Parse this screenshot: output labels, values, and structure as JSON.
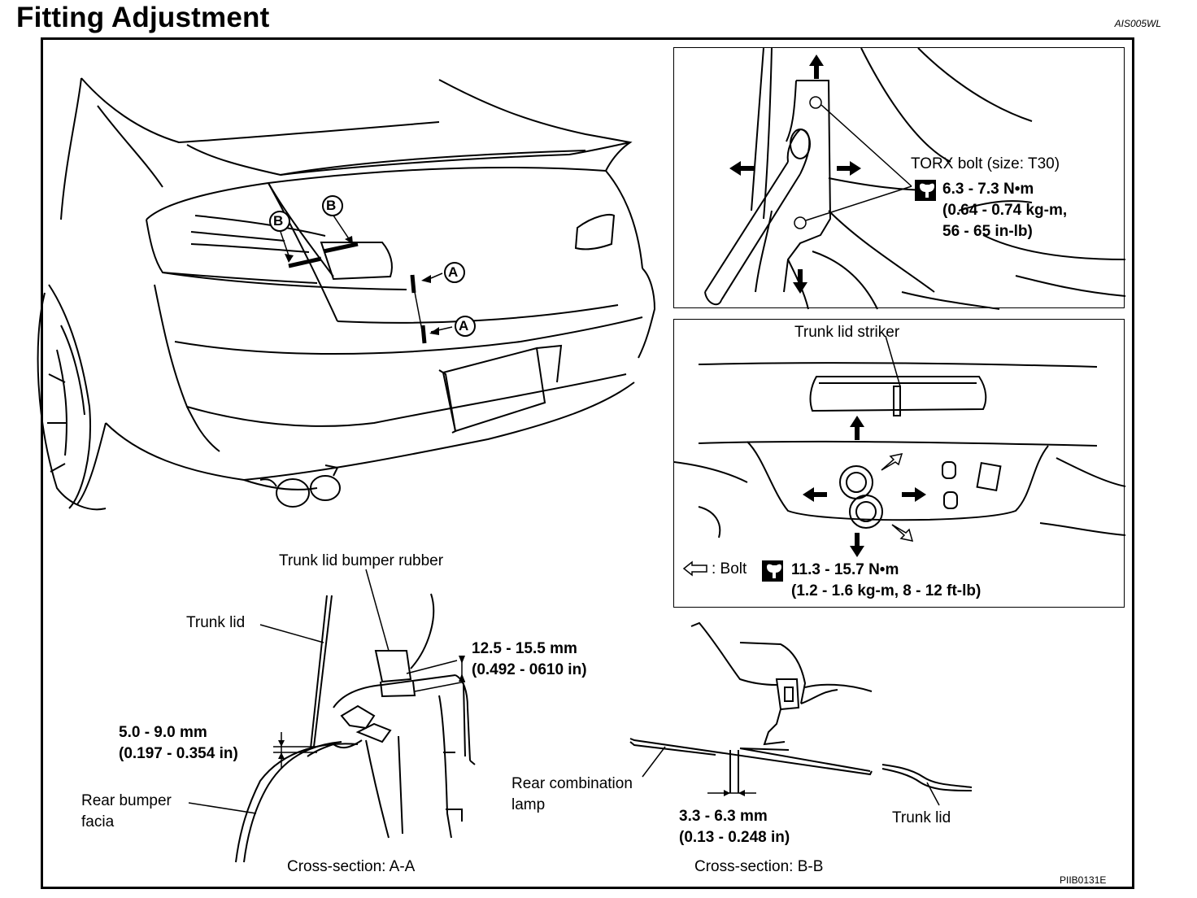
{
  "title": "Fitting Adjustment",
  "code_top": "AIS005WL",
  "code_bottom": "PIIB0131E",
  "callouts": {
    "a": "A",
    "b": "B"
  },
  "hinge_panel": {
    "bolt_label": "TORX bolt (size: T30)",
    "torque_line1": "6.3 - 7.3 N•m",
    "torque_line2": "(0.64 - 0.74 kg-m,",
    "torque_line3": "56 - 65 in-lb)"
  },
  "striker_panel": {
    "striker_label": "Trunk lid striker",
    "bolt_legend": ": Bolt",
    "torque_line1": "11.3 - 15.7 N•m",
    "torque_line2": "(1.2 - 1.6 kg-m, 8 - 12 ft-lb)"
  },
  "section_aa": {
    "bumper_rubber": "Trunk lid bumper rubber",
    "trunk_lid": "Trunk lid",
    "gap1_line1": "12.5 - 15.5 mm",
    "gap1_line2": "(0.492 - 0610 in)",
    "gap2_line1": "5.0 - 9.0 mm",
    "gap2_line2": "(0.197 - 0.354 in)",
    "rear_bumper_line1": "Rear bumper",
    "rear_bumper_line2": "facia",
    "caption": "Cross-section: A-A"
  },
  "section_bb": {
    "lamp_line1": "Rear combination",
    "lamp_line2": "lamp",
    "gap_line1": "3.3 - 6.3 mm",
    "gap_line2": "(0.13 - 0.248 in)",
    "trunk_lid": "Trunk lid",
    "caption": "Cross-section: B-B"
  }
}
